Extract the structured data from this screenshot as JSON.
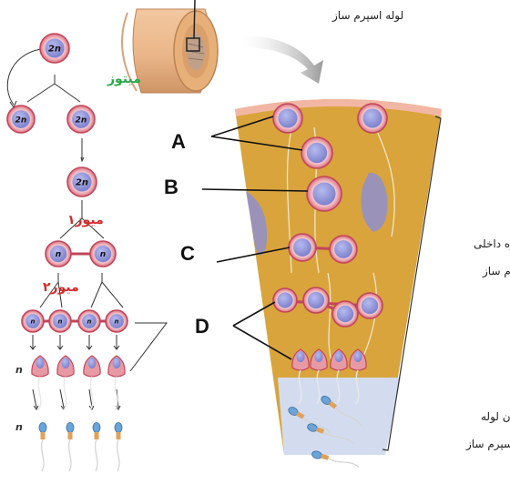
{
  "labels": {
    "tube_name": "لوله اسپرم ساز",
    "wall": [
      "دیواره داخلی",
      "لوله اسپرم ساز"
    ],
    "lumen": [
      "حفره درون لوله",
      "اسپرم ساز"
    ],
    "mitosis": "میتوز",
    "meiosis1": "میوز۱",
    "meiosis2": "میوز۲"
  },
  "cell_labels": {
    "diploid": "2n",
    "haploid": "n"
  },
  "stage_letters": [
    "A",
    "B",
    "C",
    "D"
  ],
  "colors": {
    "wall": "#d9a43c",
    "wall_top": "#f2b7a4",
    "lumen": "#d3dcef",
    "cell_ring": "#c2455a",
    "cell_ring_fill": "#f3b7bf",
    "nucleus": "#8b8fd6",
    "mitosis_text": "#27a84a",
    "meiosis_text": "#d42a2a",
    "line": "#222222"
  }
}
